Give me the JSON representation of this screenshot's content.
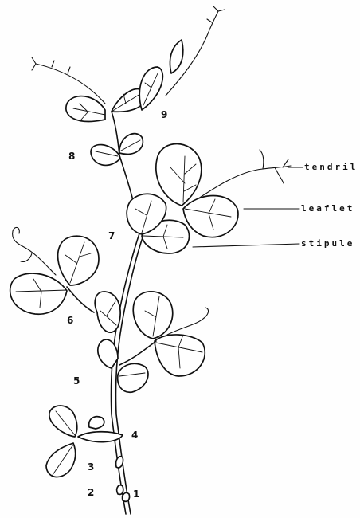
{
  "node_labels": [
    "1",
    "2",
    "3",
    "4",
    "5",
    "6",
    "7",
    "8",
    "9"
  ],
  "callouts": {
    "tendril": "tendril",
    "leaflet": "leaflet",
    "stipule": "stipule"
  },
  "colors": {
    "ink": "#111111",
    "paper": "#fefefe"
  }
}
